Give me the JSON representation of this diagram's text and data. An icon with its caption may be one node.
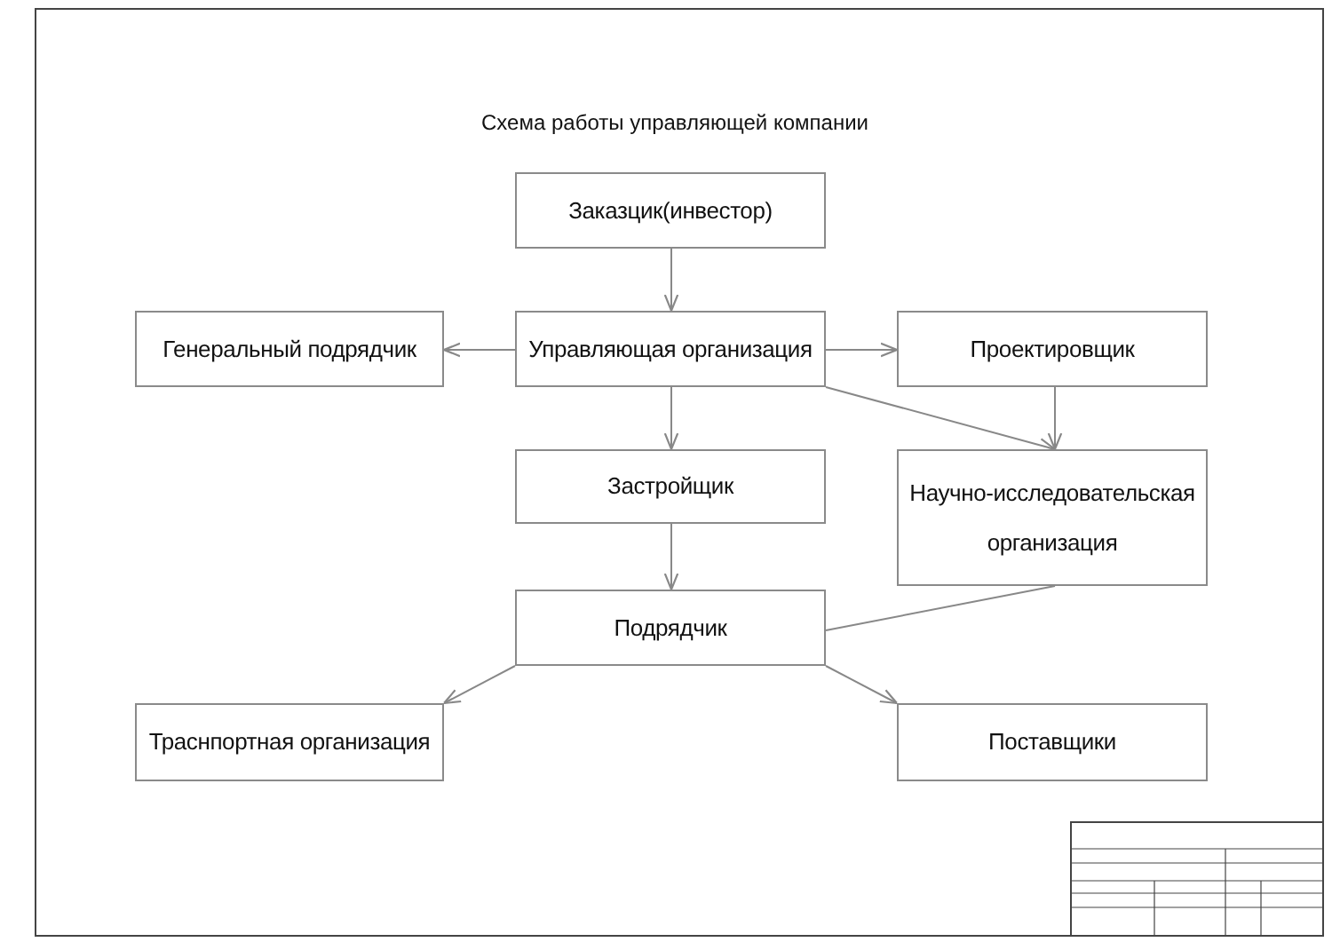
{
  "diagram": {
    "title": "Схема работы управляющей компании",
    "nodes": [
      {
        "text": [
          "Заказцик(инвестор)"
        ]
      },
      {
        "text": [
          "Генеральный подрядчик"
        ]
      },
      {
        "text": [
          "Управляющая организация"
        ]
      },
      {
        "text": [
          "Проектировщик"
        ]
      },
      {
        "text": [
          "Застройщик"
        ]
      },
      {
        "text": [
          "Научно-исследовательская организация"
        ]
      },
      {
        "text": [
          "Подрядчик"
        ]
      },
      {
        "text": [
          "Траснпортная организация"
        ]
      },
      {
        "text": [
          "Поставщики"
        ]
      }
    ],
    "edges": [
      {
        "from": 0,
        "to": 2,
        "arrow": "to"
      },
      {
        "from": 2,
        "to": 1,
        "arrow": "to"
      },
      {
        "from": 2,
        "to": 3,
        "arrow": "to"
      },
      {
        "from": 2,
        "to": 4,
        "arrow": "to"
      },
      {
        "from": 2,
        "to": 5,
        "arrow": "to"
      },
      {
        "from": 3,
        "to": 5,
        "arrow": "to"
      },
      {
        "from": 4,
        "to": 6,
        "arrow": "to"
      },
      {
        "from": 5,
        "to": 6,
        "arrow": "none"
      },
      {
        "from": 6,
        "to": 7,
        "arrow": "to"
      },
      {
        "from": 6,
        "to": 8,
        "arrow": "to"
      }
    ]
  }
}
